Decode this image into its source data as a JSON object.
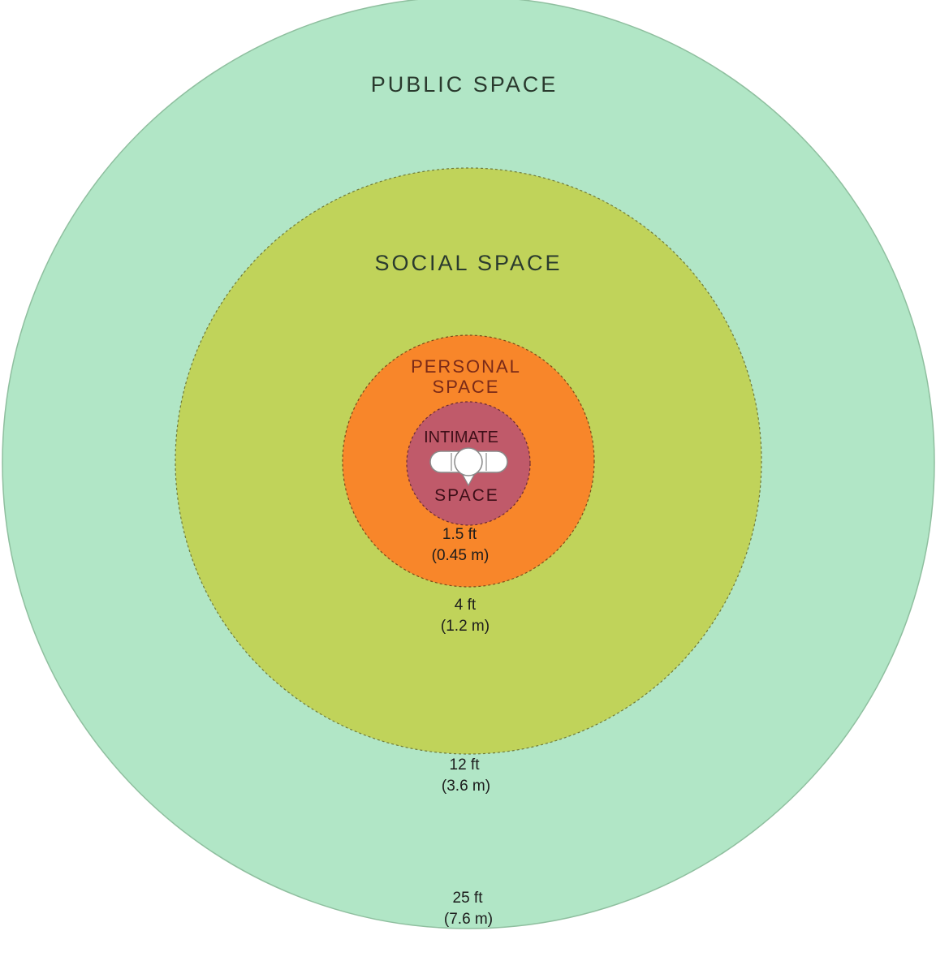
{
  "zones": {
    "public": {
      "label": "PUBLIC SPACE",
      "distance_ft": "25 ft",
      "distance_m": "(7.6 m)",
      "color": "#b1e6c6"
    },
    "social": {
      "label": "SOCIAL SPACE",
      "distance_ft": "12 ft",
      "distance_m": "(3.6 m)",
      "color": "#c0d35a"
    },
    "personal": {
      "label_line1": "PERSONAL",
      "label_line2": "SPACE",
      "distance_ft": "4 ft",
      "distance_m": "(1.2 m)",
      "color": "#f8862a"
    },
    "intimate": {
      "label_line1": "INTIMATE",
      "label_line2": "SPACE",
      "distance_ft": "1.5 ft",
      "distance_m": "(0.45 m)",
      "color": "#c05a6a"
    }
  },
  "center_icon": "person-top-view-icon"
}
